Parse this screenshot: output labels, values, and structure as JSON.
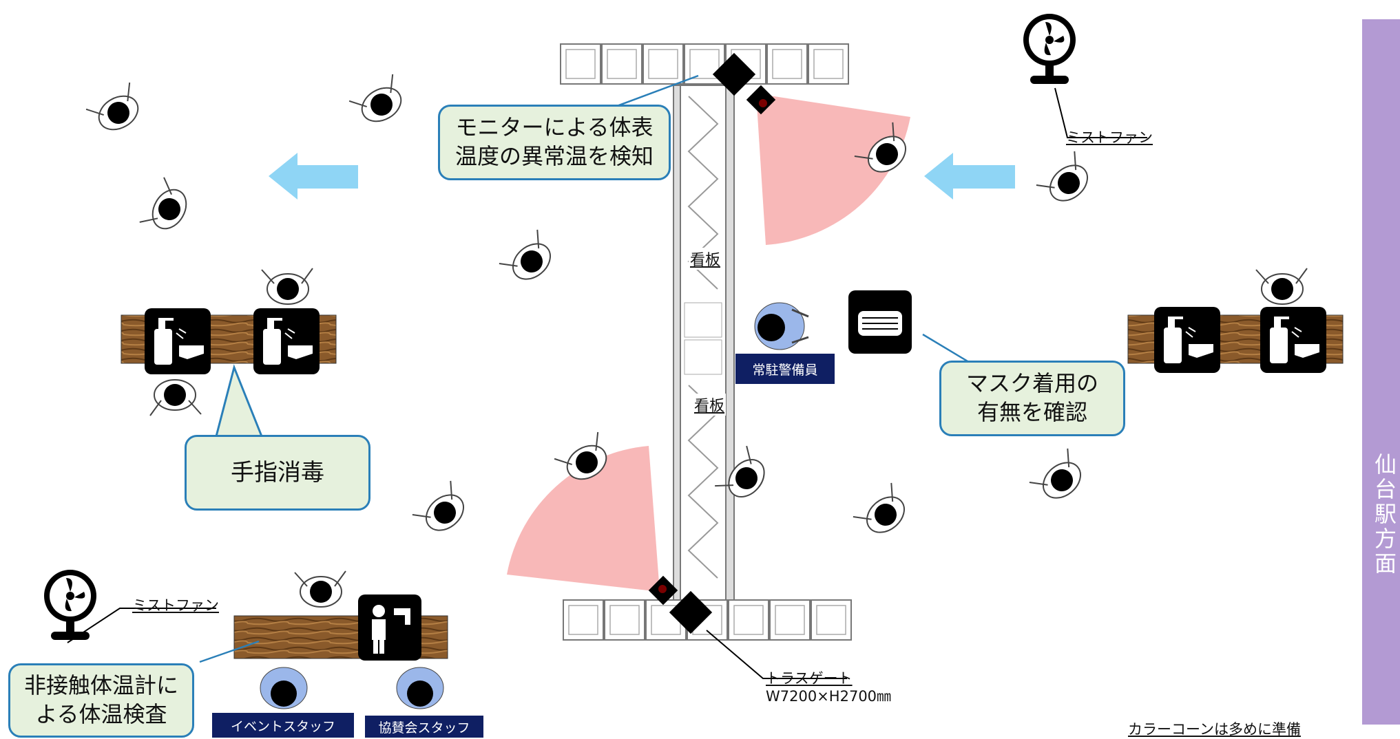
{
  "callouts": {
    "monitor": "モニターによる体表温度の異常温を検知",
    "monitor_line1": "モニターによる体表",
    "monitor_line2": "温度の異常温を検知",
    "sanitize": "手指消毒",
    "mask_line1": "マスク着用の",
    "mask_line2": "有無を確認",
    "thermo_line1": "非接触体温計に",
    "thermo_line2": "よる体温検査"
  },
  "labels": {
    "mist_fan_top": "ミストファン",
    "mist_fan_bottom": "ミストファン",
    "truss_gate": "トラスゲート",
    "truss_gate_size": "W7200×H2700㎜",
    "signboard_1": "看板",
    "signboard_2": "看板",
    "color_cone_note": "カラーコーンは多めに準備"
  },
  "badges": {
    "guard": "常駐警備員",
    "event_staff": "イベントスタッフ",
    "sponsor_staff": "協賛会スタッフ"
  },
  "sidebar": {
    "direction": "仙台駅方面"
  },
  "icons": [
    "sanitizer-icon",
    "mask-icon",
    "thermometer-person-icon",
    "fan-icon",
    "camera-icon",
    "arrow-left-icon"
  ],
  "colors": {
    "callout_fill": "#e6f1dd",
    "callout_border": "#2a7fb8",
    "arrow": "#8fd5f5",
    "detection_cone": "#f6a6a6",
    "staff_blue": "#9bb7ea",
    "badge_navy": "#0f1f63",
    "sidebar_purple": "#b39ad3"
  }
}
